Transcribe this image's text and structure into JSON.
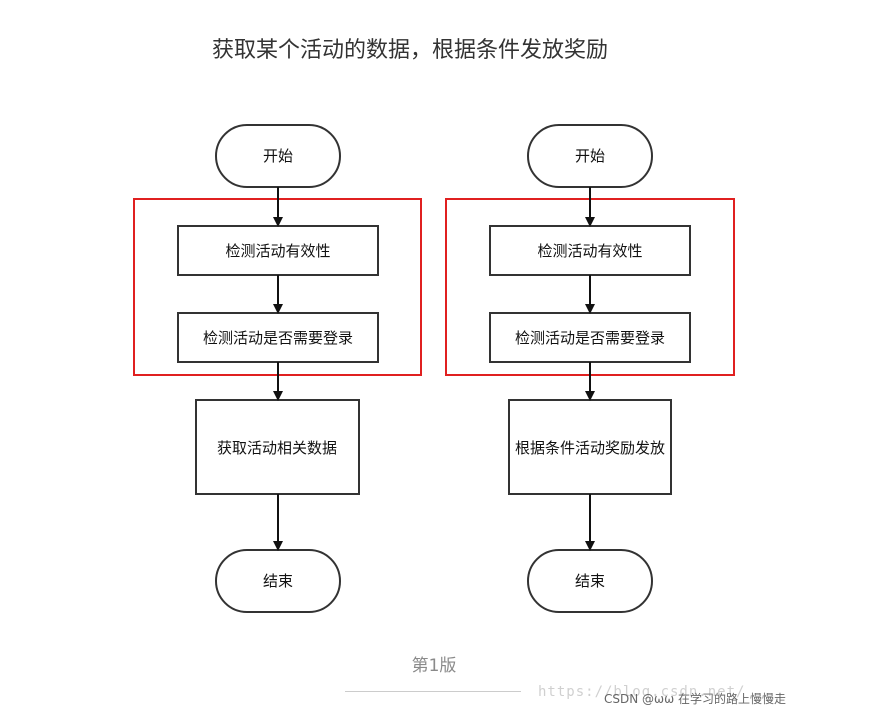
{
  "title": "获取某个活动的数据，根据条件发放奖励",
  "flows": [
    {
      "start": "开始",
      "steps": [
        "检测活动有效性",
        "检测活动是否需要登录"
      ],
      "action": "获取活动相关数据",
      "end": "结束"
    },
    {
      "start": "开始",
      "steps": [
        "检测活动有效性",
        "检测活动是否需要登录"
      ],
      "action": "根据条件活动奖励发放",
      "end": "结束"
    }
  ],
  "caption": "第1版",
  "watermark": {
    "url": "https://blog.csdn.net/",
    "credit": "CSDN @ωω 在学习的路上慢慢走"
  },
  "colors": {
    "highlight_frame": "#e02020",
    "node_stroke": "#333333",
    "arrow": "#111111"
  }
}
